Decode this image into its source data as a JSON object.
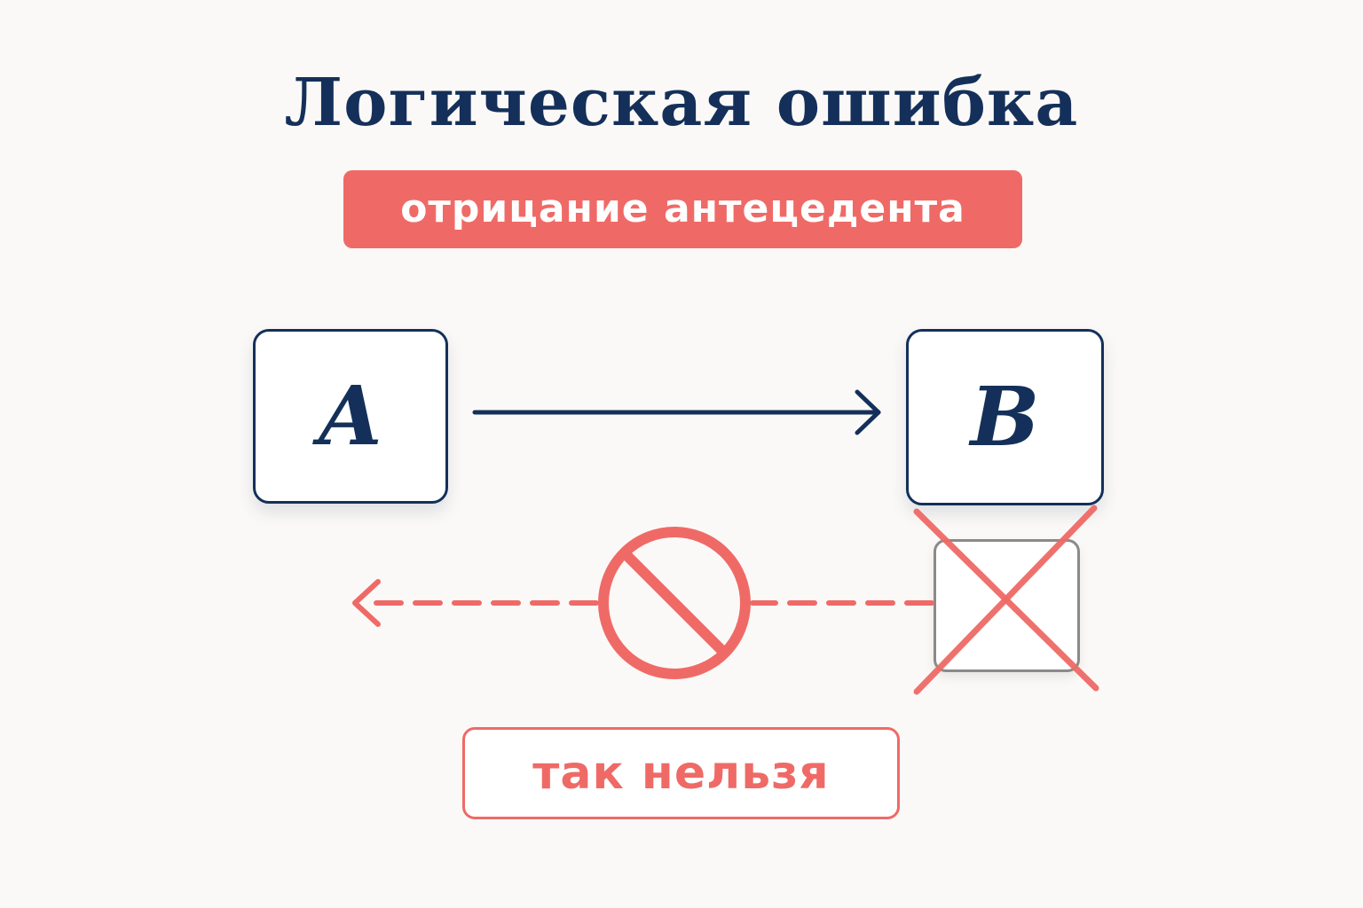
{
  "title": "Логическая ошибка",
  "subtitle": "отрицание антецедента",
  "nodes": {
    "a": "A",
    "b": "B"
  },
  "footer": "так нельзя",
  "colors": {
    "navy": "#14305a",
    "coral": "#ef6a66",
    "gray": "#8a8a8a"
  },
  "icons": {
    "forbidden": "prohibition-icon",
    "cross": "cross-out-icon"
  }
}
